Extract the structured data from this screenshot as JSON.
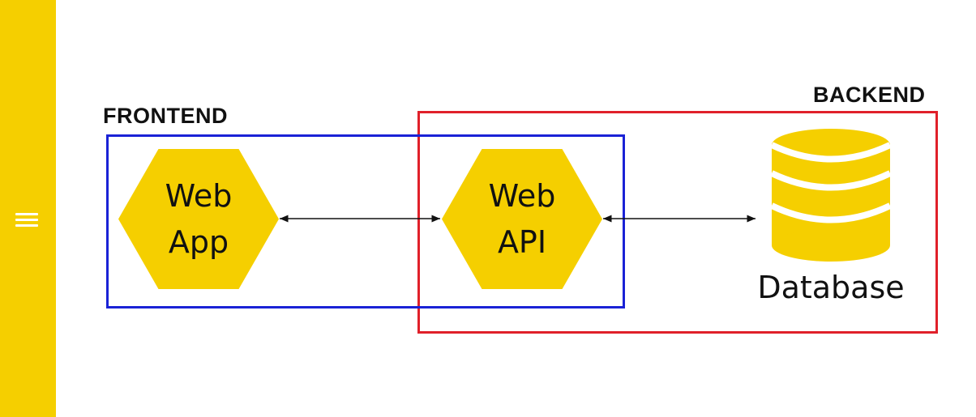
{
  "colors": {
    "accent": "#F5CF00",
    "frontend_border": "#1A22D6",
    "backend_border": "#E0202A",
    "arrow": "#111111",
    "db_stripe": "#FFFFFF"
  },
  "sidebar": {
    "menu_icon": "hamburger-menu-icon"
  },
  "frontend": {
    "label": "FRONTEND"
  },
  "backend": {
    "label": "BACKEND"
  },
  "nodes": {
    "web_app": {
      "line1": "Web",
      "line2": "App"
    },
    "web_api": {
      "line1": "Web",
      "line2": "API"
    },
    "database": {
      "label": "Database",
      "icon": "database-icon"
    }
  },
  "connections": [
    {
      "from": "Web App",
      "to": "Web API",
      "bidirectional": true
    },
    {
      "from": "Web API",
      "to": "Database",
      "bidirectional": true
    }
  ]
}
